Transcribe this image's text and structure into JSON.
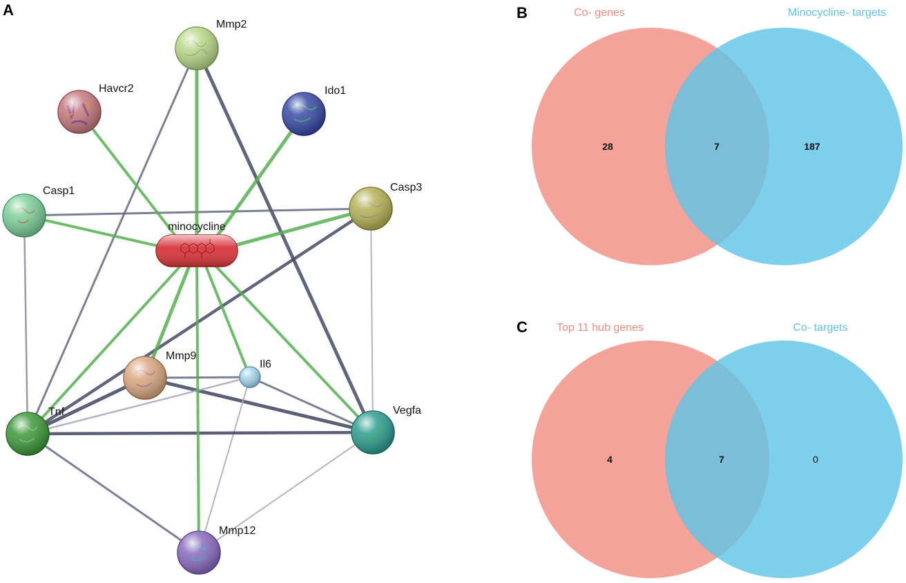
{
  "panels": {
    "a": "A",
    "b": "B",
    "c": "C"
  },
  "network": {
    "center": {
      "id": "minocycline",
      "label": "minocycline",
      "color": "#d9363b"
    },
    "nodes": [
      {
        "id": "Mmp2",
        "label": "Mmp2",
        "color": "#b9d98a"
      },
      {
        "id": "Havcr2",
        "label": "Havcr2",
        "color": "#c67a7e"
      },
      {
        "id": "Ido1",
        "label": "Ido1",
        "color": "#3a4ba6"
      },
      {
        "id": "Casp1",
        "label": "Casp1",
        "color": "#7fcf9a"
      },
      {
        "id": "Casp3",
        "label": "Casp3",
        "color": "#b5b358"
      },
      {
        "id": "Mmp9",
        "label": "Mmp9",
        "color": "#d9a982"
      },
      {
        "id": "Il6",
        "label": "Il6",
        "color": "#a9d6ee"
      },
      {
        "id": "Tnf",
        "label": "Tnf",
        "color": "#3f9a3c"
      },
      {
        "id": "Vegfa",
        "label": "Vegfa",
        "color": "#2f9e91"
      },
      {
        "id": "Mmp12",
        "label": "Mmp12",
        "color": "#8a6cc0"
      }
    ],
    "edge_colors": {
      "chemical": "#55b04f",
      "protein": "#5a6079",
      "weak": "#a9adbd"
    }
  },
  "venn_b": {
    "left_label": "Co- genes",
    "right_label": "Minocycline- targets",
    "left_only": "28",
    "overlap": "7",
    "right_only": "187",
    "left_color": "#f08c80",
    "right_color": "#5ec3e6",
    "overlap_color": "#7aa5b8"
  },
  "venn_c": {
    "left_label": "Top 11 hub genes",
    "right_label": "Co- targets",
    "left_only": "4",
    "overlap": "7",
    "right_only": "0",
    "left_color": "#f08c80",
    "right_color": "#5ec3e6",
    "overlap_color": "#7aa5b8"
  }
}
